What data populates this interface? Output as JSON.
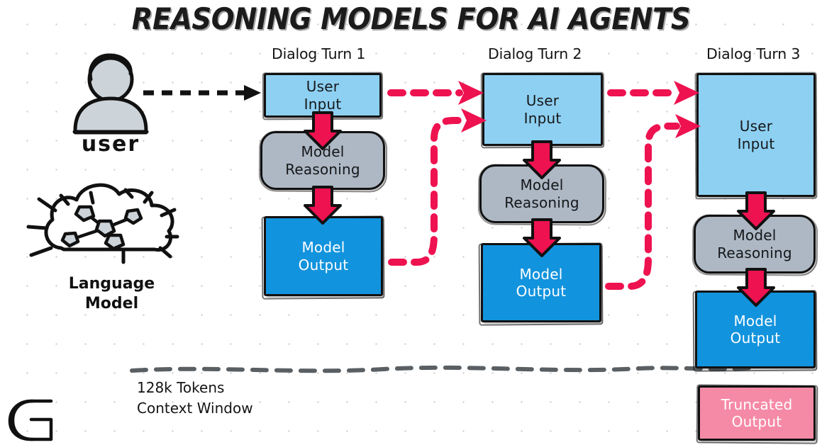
{
  "title": "REASONING MODELS FOR AI AGENTS",
  "theme": {
    "background": "#ffffff",
    "dot_grid": "#c9c9c9",
    "ink": "#111111",
    "user_input_fill": "#8ed0f2",
    "reasoning_fill": "#adb8c4",
    "model_output_fill": "#1293dd",
    "truncated_fill": "#f58aa6",
    "arrow_red": "#ee1250",
    "figure_fill": "#ccd4da",
    "context_line": "#5a5f63"
  },
  "actors": {
    "user": {
      "label": "user",
      "icon": "user-avatar-icon"
    },
    "language_model": {
      "label_line1": "Language",
      "label_line2": "Model",
      "icon": "cloud-neural-network-icon"
    }
  },
  "context_window": {
    "line1": "128k Tokens",
    "line2": "Context Window"
  },
  "logo": {
    "name": "g-logo"
  },
  "turns": [
    {
      "label": "Dialog Turn 1",
      "blocks": [
        {
          "type": "user-input",
          "line1": "User",
          "line2": "Input"
        },
        {
          "type": "reasoning",
          "line1": "Model",
          "line2": "Reasoning"
        },
        {
          "type": "model-output",
          "line1": "Model",
          "line2": "Output"
        }
      ]
    },
    {
      "label": "Dialog Turn 2",
      "blocks": [
        {
          "type": "user-input",
          "line1": "User",
          "line2": "Input"
        },
        {
          "type": "reasoning",
          "line1": "Model",
          "line2": "Reasoning"
        },
        {
          "type": "model-output",
          "line1": "Model",
          "line2": "Output"
        }
      ]
    },
    {
      "label": "Dialog Turn 3",
      "blocks": [
        {
          "type": "user-input",
          "line1": "User",
          "line2": "Input"
        },
        {
          "type": "reasoning",
          "line1": "Model",
          "line2": "Reasoning"
        },
        {
          "type": "model-output",
          "line1": "Model",
          "line2": "Output"
        },
        {
          "type": "truncated",
          "line1": "Truncated",
          "line2": "Output"
        }
      ]
    }
  ]
}
